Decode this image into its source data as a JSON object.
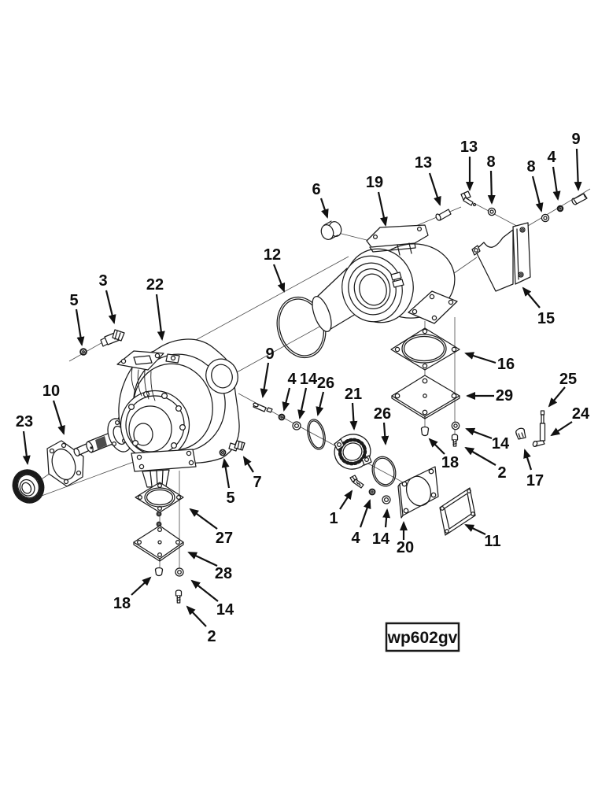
{
  "diagram": {
    "code": "wp602gv",
    "colors": {
      "background": "#ffffff",
      "line": "#1a1a1a",
      "label": "#0d0d0d"
    },
    "callouts": [
      {
        "label": "6"
      },
      {
        "label": "19"
      },
      {
        "label": "13"
      },
      {
        "label": "13"
      },
      {
        "label": "8"
      },
      {
        "label": "8"
      },
      {
        "label": "4"
      },
      {
        "label": "9"
      },
      {
        "label": "15"
      },
      {
        "label": "12"
      },
      {
        "label": "3"
      },
      {
        "label": "5"
      },
      {
        "label": "22"
      },
      {
        "label": "10"
      },
      {
        "label": "23"
      },
      {
        "label": "9"
      },
      {
        "label": "4"
      },
      {
        "label": "14"
      },
      {
        "label": "26"
      },
      {
        "label": "21"
      },
      {
        "label": "26"
      },
      {
        "label": "16"
      },
      {
        "label": "29"
      },
      {
        "label": "25"
      },
      {
        "label": "24"
      },
      {
        "label": "14"
      },
      {
        "label": "18"
      },
      {
        "label": "2"
      },
      {
        "label": "17"
      },
      {
        "label": "1"
      },
      {
        "label": "4"
      },
      {
        "label": "14"
      },
      {
        "label": "20"
      },
      {
        "label": "11"
      },
      {
        "label": "27"
      },
      {
        "label": "28"
      },
      {
        "label": "18"
      },
      {
        "label": "14"
      },
      {
        "label": "2"
      },
      {
        "label": "5"
      },
      {
        "label": "7"
      }
    ]
  }
}
